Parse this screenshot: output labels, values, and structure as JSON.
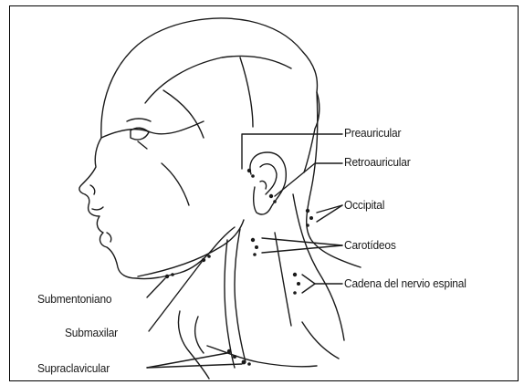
{
  "labels": {
    "preauricular": "Preauricular",
    "retroauricular": "Retroauricular",
    "occipital": "Occipital",
    "carotideos": "Carotídeos",
    "cadena": "Cadena del nervio espinal",
    "submentoniano": "Submentoniano",
    "submaxilar": "Submaxilar",
    "supraclavicular": "Supraclavicular"
  },
  "colors": {
    "ink": "#1a1a1a",
    "background": "#ffffff"
  }
}
